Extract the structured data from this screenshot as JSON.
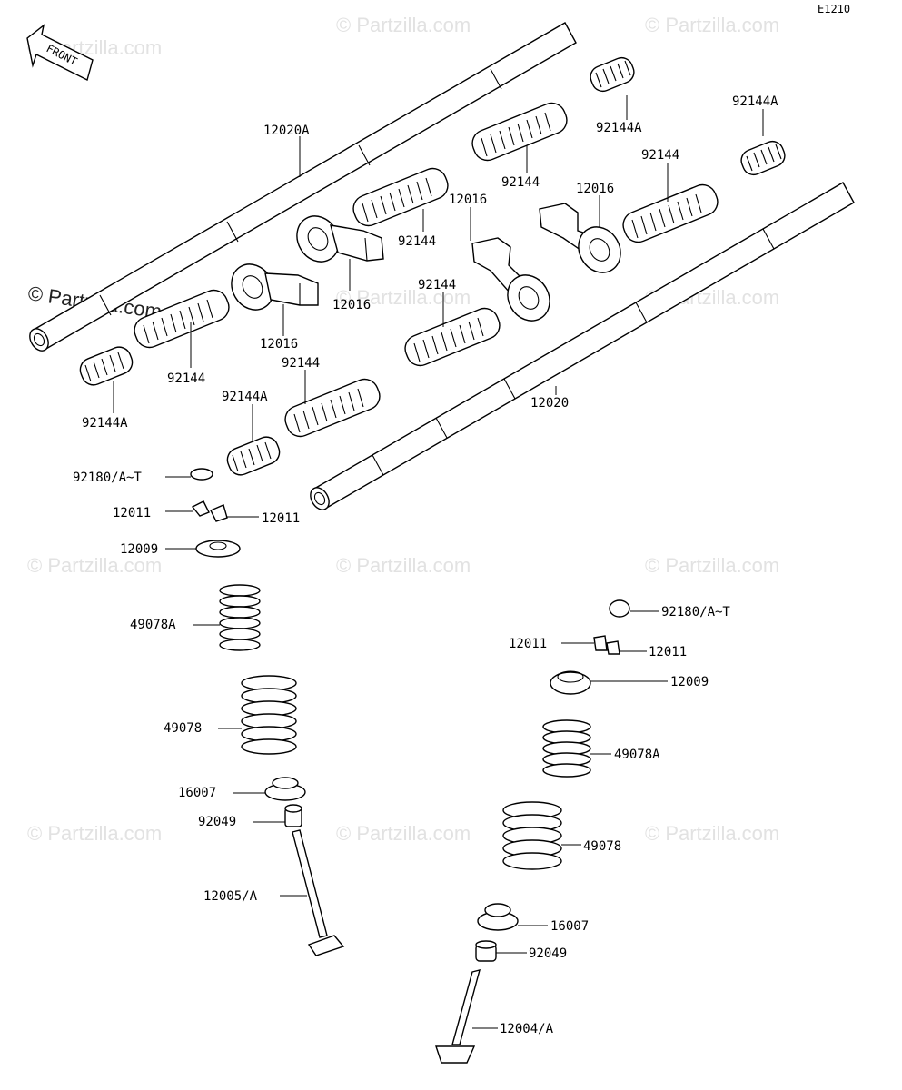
{
  "page": {
    "code": "E1210",
    "front_label": "FRONT"
  },
  "watermark": {
    "text": "© Partzilla.com"
  },
  "labels": [
    {
      "id": "l01",
      "text": "12020A"
    },
    {
      "id": "l02",
      "text": "92144A"
    },
    {
      "id": "l03",
      "text": "92144A"
    },
    {
      "id": "l04",
      "text": "92144"
    },
    {
      "id": "l05",
      "text": "92144"
    },
    {
      "id": "l06",
      "text": "12016"
    },
    {
      "id": "l07",
      "text": "12016"
    },
    {
      "id": "l08",
      "text": "92144"
    },
    {
      "id": "l09",
      "text": "12016"
    },
    {
      "id": "l10",
      "text": "12016"
    },
    {
      "id": "l11",
      "text": "92144"
    },
    {
      "id": "l12",
      "text": "92144"
    },
    {
      "id": "l13",
      "text": "92144"
    },
    {
      "id": "l14",
      "text": "92144A"
    },
    {
      "id": "l15",
      "text": "92144A"
    },
    {
      "id": "l16",
      "text": "12020"
    },
    {
      "id": "l17",
      "text": "92180/A~T"
    },
    {
      "id": "l18",
      "text": "12011"
    },
    {
      "id": "l19",
      "text": "12011"
    },
    {
      "id": "l20",
      "text": "12009"
    },
    {
      "id": "l21",
      "text": "49078A"
    },
    {
      "id": "l22",
      "text": "49078"
    },
    {
      "id": "l23",
      "text": "16007"
    },
    {
      "id": "l24",
      "text": "92049"
    },
    {
      "id": "l25",
      "text": "12005/A"
    },
    {
      "id": "l26",
      "text": "92180/A~T"
    },
    {
      "id": "l27",
      "text": "12011"
    },
    {
      "id": "l28",
      "text": "12011"
    },
    {
      "id": "l29",
      "text": "12009"
    },
    {
      "id": "l30",
      "text": "49078A"
    },
    {
      "id": "l31",
      "text": "49078"
    },
    {
      "id": "l32",
      "text": "16007"
    },
    {
      "id": "l33",
      "text": "92049"
    },
    {
      "id": "l34",
      "text": "12004/A"
    }
  ]
}
